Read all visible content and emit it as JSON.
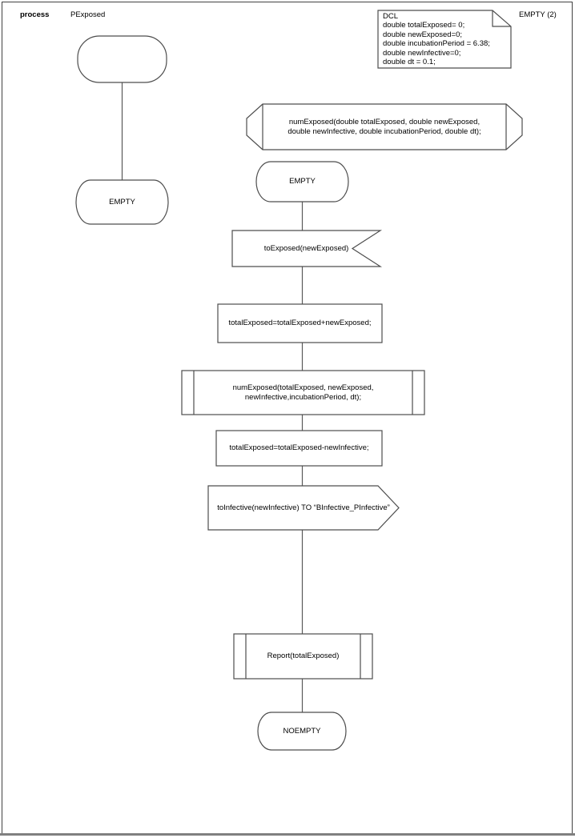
{
  "header": {
    "kind": "process",
    "name": "PExposed",
    "page": "EMPTY (2)"
  },
  "declaration": {
    "text": "DCL\ndouble totalExposed= 0;\ndouble newExposed=0;\ndouble incubationPeriod = 6.38;\ndouble newInfective=0;\ndouble dt = 0.1;"
  },
  "nodes": {
    "start": {
      "type": "start-symbol",
      "label": ""
    },
    "state_empty_left": {
      "type": "state",
      "label": "EMPTY"
    },
    "proc_decl": {
      "type": "procedure-declaration",
      "label": "numExposed(double totalExposed, double newExposed,\ndouble newInfective, double incubationPeriod, double dt);"
    },
    "state_empty": {
      "type": "state",
      "label": "EMPTY"
    },
    "input_toexposed": {
      "type": "input-signal",
      "label": "toExposed(newExposed)"
    },
    "task_add": {
      "type": "task",
      "label": "totalExposed=totalExposed+newExposed;"
    },
    "call_numexposed": {
      "type": "procedure-call",
      "label": "numExposed(totalExposed, newExposed,\nnewInfective,incubationPeriod, dt);"
    },
    "task_sub": {
      "type": "task",
      "label": "totalExposed=totalExposed-newInfective;"
    },
    "output_toinfective": {
      "type": "output-signal",
      "label": "toInfective(newInfective) TO “BInfective_PInfective”"
    },
    "call_report": {
      "type": "procedure-call",
      "label": "Report(totalExposed)"
    },
    "state_noempty": {
      "type": "state",
      "label": "NOEMPTY"
    }
  },
  "colors": {
    "background": "#ffffff",
    "shape_stroke": "#4d4d4d",
    "connector": "#5a5a5a",
    "page_border": "#414141",
    "page_border_bottom": "#808080",
    "text": "#000000"
  }
}
